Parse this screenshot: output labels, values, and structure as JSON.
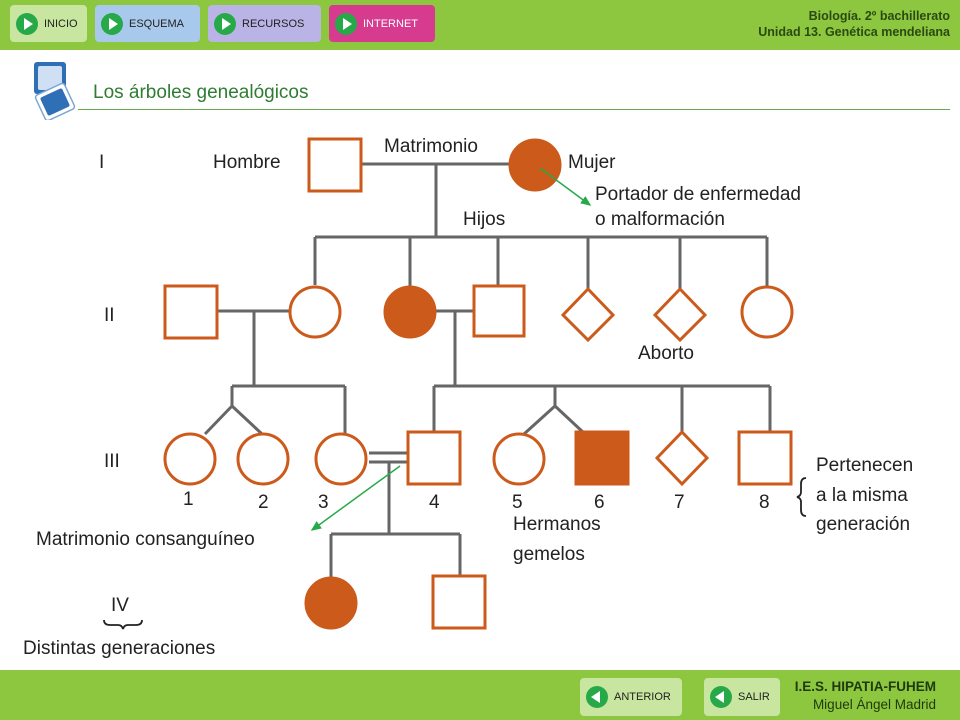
{
  "nav": {
    "inicio": "INICIO",
    "esquema": "ESQUEMA",
    "recursos": "RECURSOS",
    "internet": "INTERNET"
  },
  "course": {
    "line1": "Biología. 2º bachillerato",
    "line2": "Unidad 13. Genética mendeliana"
  },
  "page_title": "Los árboles genealógicos",
  "generations": [
    "I",
    "II",
    "III",
    "IV"
  ],
  "labels": {
    "hombre": "Hombre",
    "mujer": "Mujer",
    "matrimonio": "Matrimonio",
    "portador_1": "Portador de enfermedad",
    "portador_2": "o malformación",
    "hijos": "Hijos",
    "aborto": "Aborto",
    "pertenecen_1": "Pertenecen",
    "pertenecen_2": "a la misma",
    "pertenecen_3": "generación",
    "consanguineo": "Matrimonio consanguíneo",
    "gemelos_1": "Hermanos",
    "gemelos_2": "gemelos",
    "distintas": "Distintas generaciones"
  },
  "gen3_numbers": [
    "1",
    "2",
    "3",
    "4",
    "5",
    "6",
    "7",
    "8"
  ],
  "colors": {
    "accent": "#cc5a1a",
    "line": "#666666",
    "bar": "#8dc63f",
    "arrow": "#27a94a"
  },
  "footer": {
    "credit_1": "I.E.S. HIPATIA-FUHEM",
    "credit_2": "Miguel Ángel Madrid",
    "anterior": "ANTERIOR",
    "salir": "SALIR"
  }
}
